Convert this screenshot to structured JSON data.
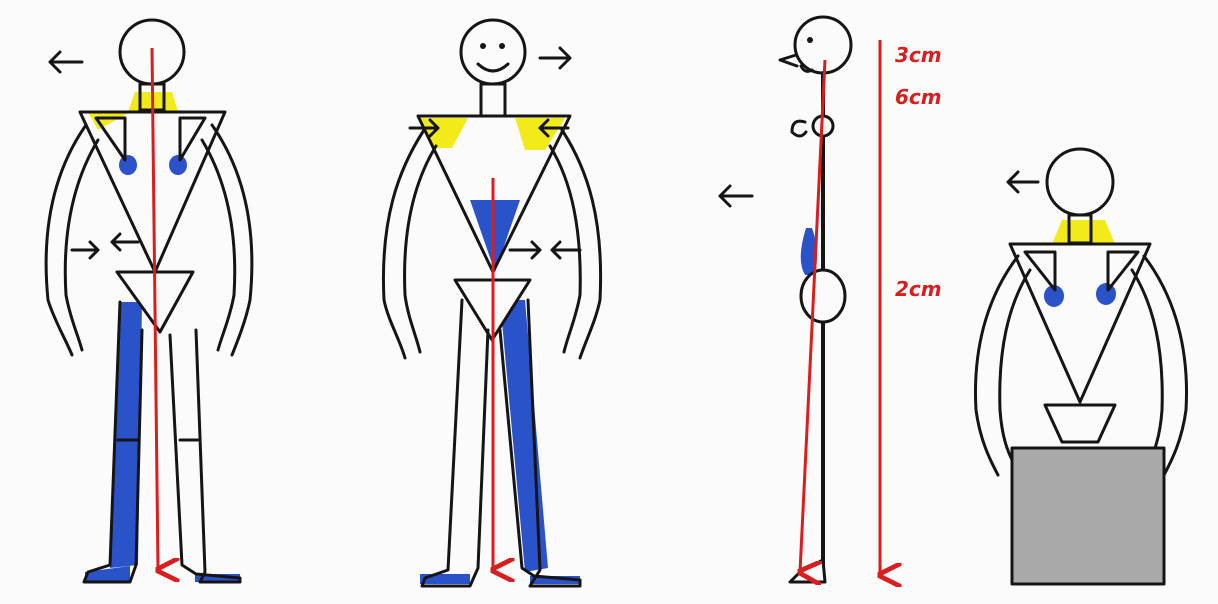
{
  "colors": {
    "paper": "#fbfbfb",
    "ink": "#151515",
    "plumb_line": "#d81e1e",
    "tension_blue": "#2a52c9",
    "highlight_yellow": "#f3ea1a",
    "seat_gray": "#a9a9a9"
  },
  "measurements": {
    "m1": "3cm",
    "m2": "6cm",
    "m3": "2cm"
  },
  "figures": [
    {
      "id": "fig1",
      "view": "front",
      "head_shift": "left",
      "face": false
    },
    {
      "id": "fig2",
      "view": "front",
      "head_shift": "right",
      "face": true
    },
    {
      "id": "fig3",
      "view": "side",
      "head_shift": "left",
      "face": true
    },
    {
      "id": "fig4",
      "view": "front-seated",
      "head_shift": "left",
      "face": false
    }
  ],
  "icons": [
    "arrow-left-icon",
    "arrow-right-icon",
    "inward-arrows-icon",
    "plumb-line-arrow-icon"
  ]
}
